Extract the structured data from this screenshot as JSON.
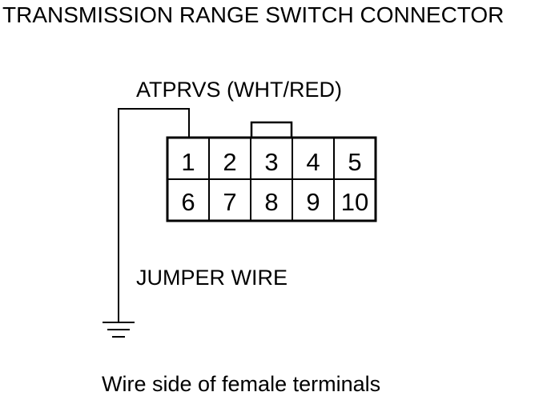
{
  "title": "TRANSMISSION RANGE SWITCH CONNECTOR",
  "wire_label": "ATPRVS (WHT/RED)",
  "jumper_label": "JUMPER WIRE",
  "caption": "Wire side of female terminals",
  "connector": {
    "top_row": [
      "1",
      "2",
      "3",
      "4",
      "5"
    ],
    "bottom_row": [
      "6",
      "7",
      "8",
      "9",
      "10"
    ]
  }
}
